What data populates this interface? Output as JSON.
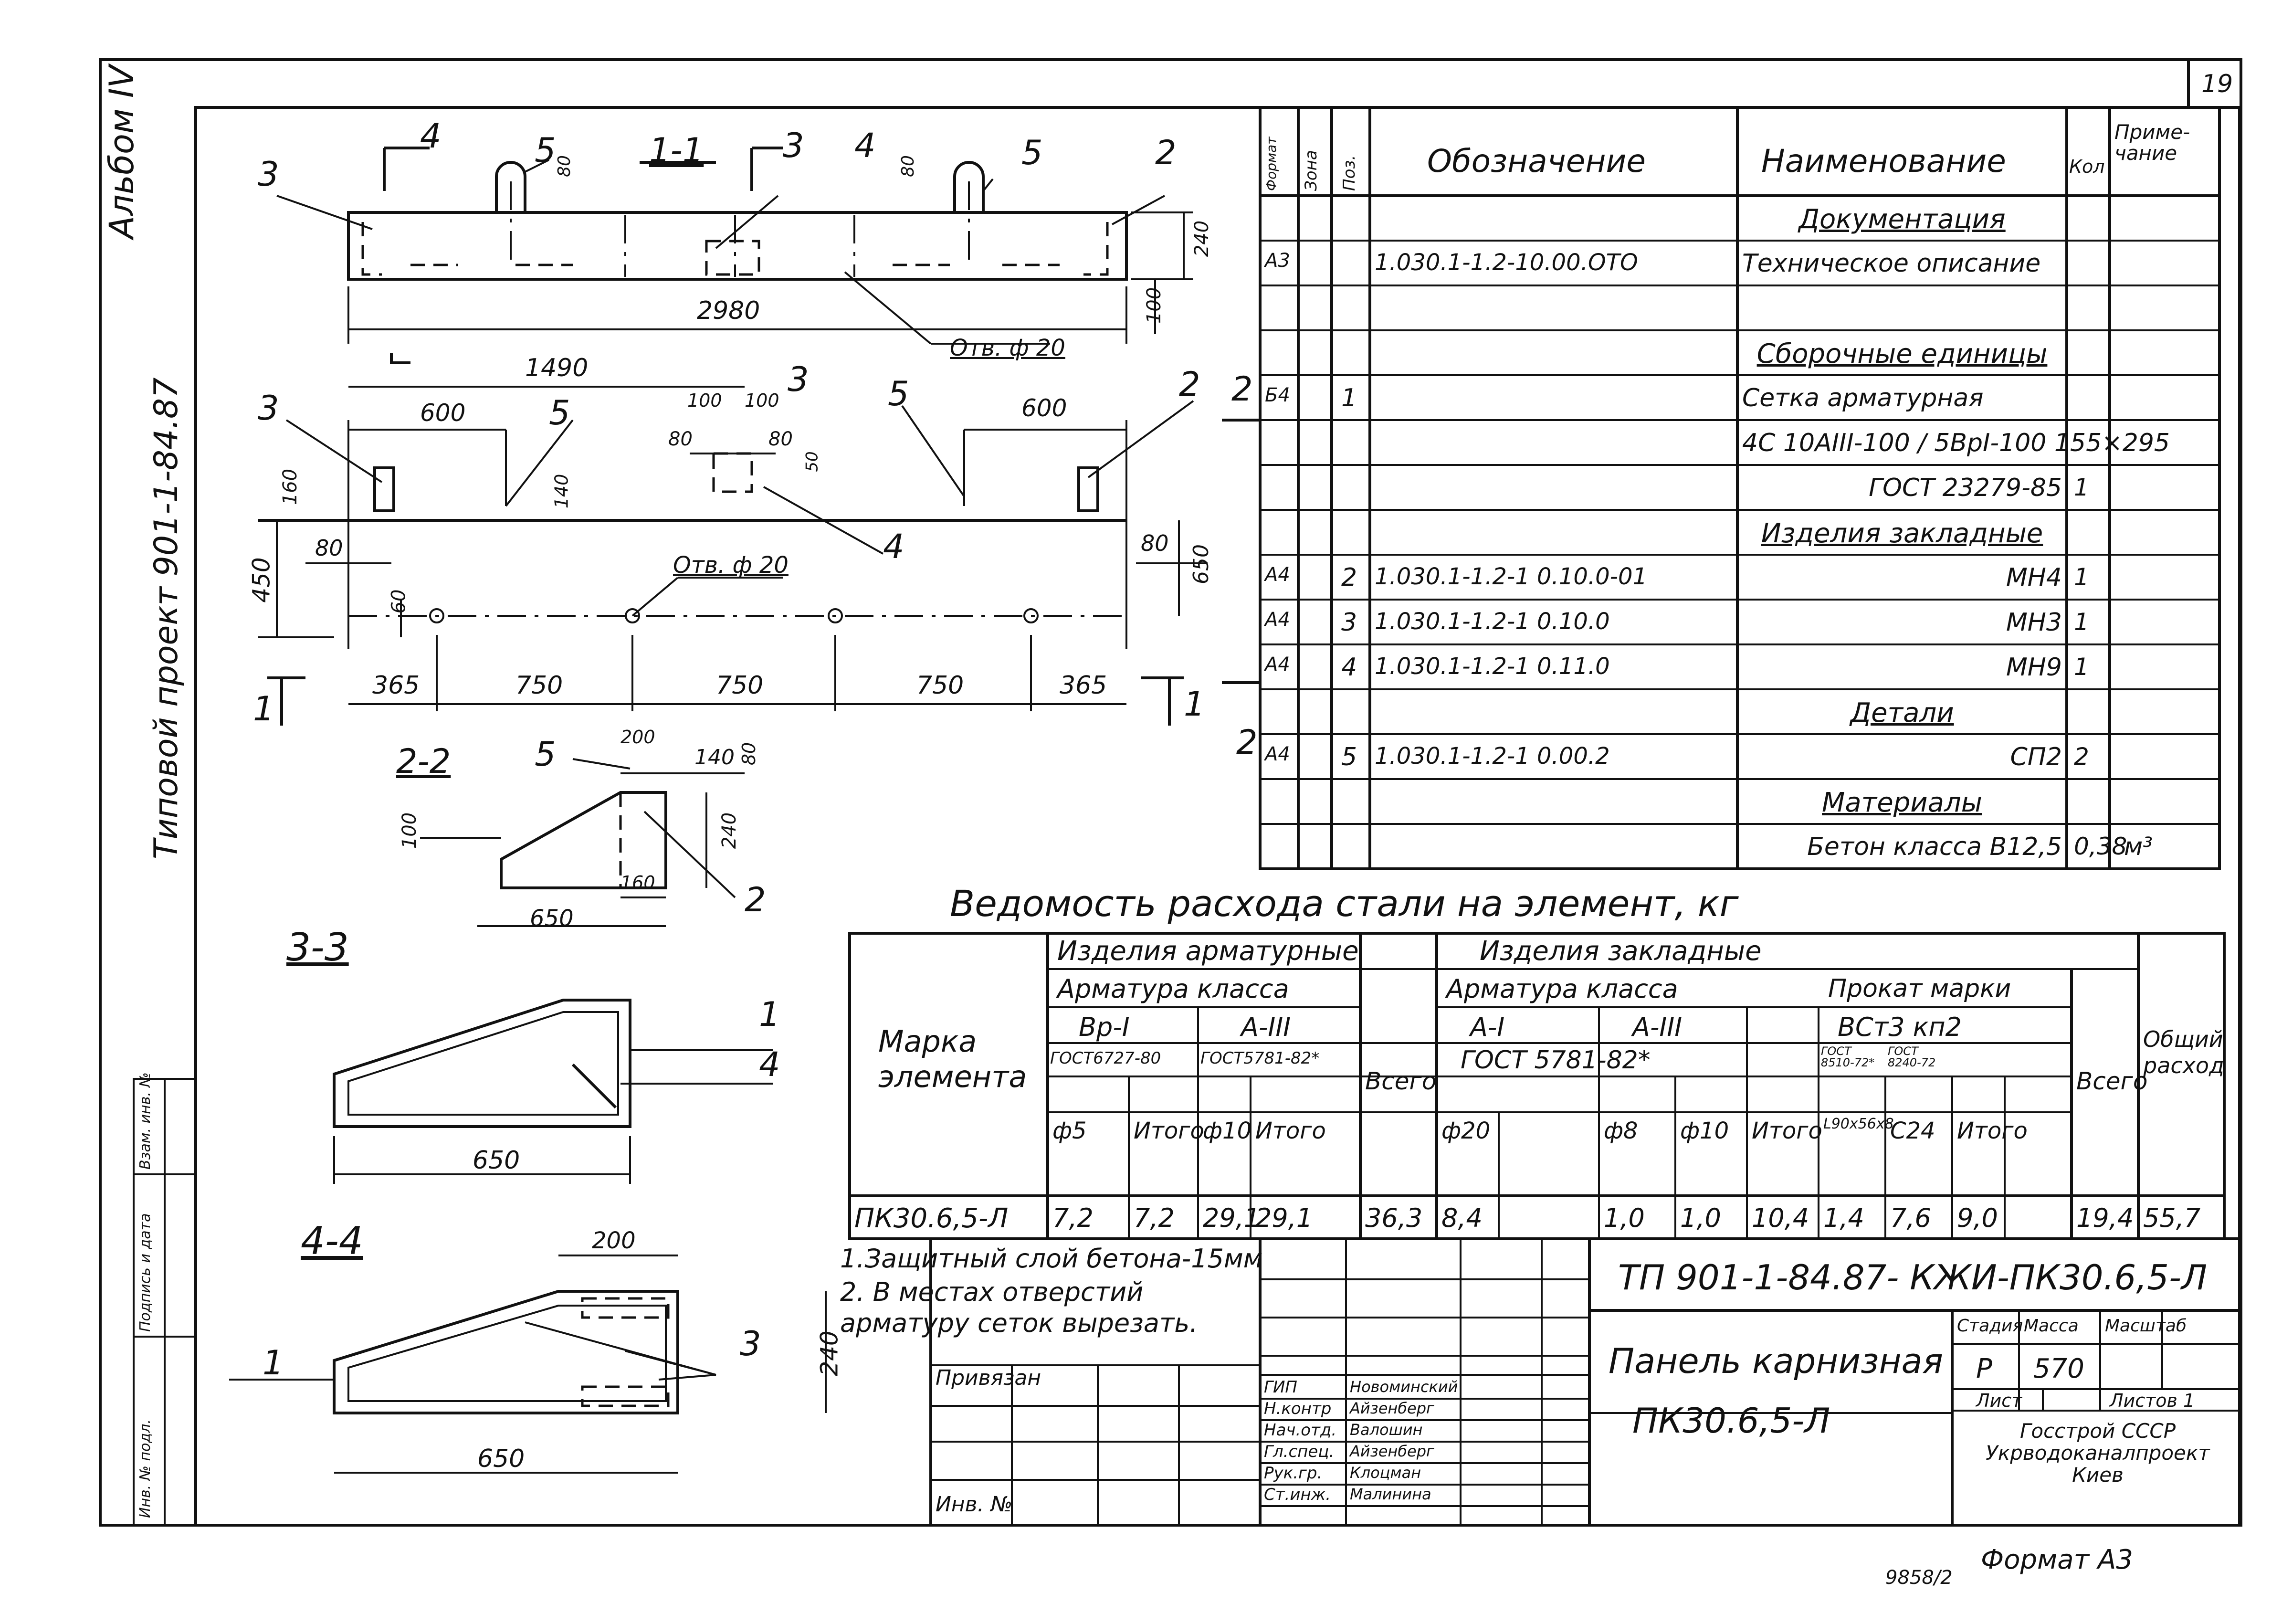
{
  "sheet": {
    "page_number": "19",
    "album_vertical": "Альбом IV",
    "project_vertical": "Типовой проект 901-1-84.87",
    "stamp_left_vertical": [
      "Инв. № подл.",
      "Подпись и дата",
      "Взам. инв. №"
    ],
    "format": "Формат А3",
    "copy_no": "9858/2"
  },
  "drawing": {
    "section_1_1": "1-1",
    "section_2_2": "2-2",
    "section_3_3": "3-3",
    "section_4_4": "4-4",
    "dims": {
      "d2980": "2980",
      "d1490": "1490",
      "d600a": "600",
      "d600b": "600",
      "d100a": "100",
      "d100b": "100",
      "d80a": "80",
      "d80b": "80",
      "d50": "50",
      "d160": "160",
      "d140": "140",
      "d450": "450",
      "d650v": "650",
      "d80c": "80",
      "d80d": "80",
      "d60": "60",
      "d365a": "365",
      "d365b": "365",
      "d750a": "750",
      "d750b": "750",
      "d750c": "750",
      "d80top1": "80",
      "d80top2": "80",
      "d240": "240",
      "d100side": "100",
      "s22_200": "200",
      "s22_140": "140",
      "s22_80": "80",
      "s22_240": "240",
      "s22_100": "100",
      "s22_160": "160",
      "s22_650": "650",
      "s33_650": "650",
      "s44_200": "200",
      "s44_240": "240",
      "s44_650": "650"
    },
    "hole_label_1": "Отв. ф 20",
    "hole_label_2": "Отв. ф 20",
    "callouts": [
      "1",
      "2",
      "3",
      "4",
      "5"
    ]
  },
  "spec": {
    "headers": {
      "format": "Формат",
      "zone": "Зона",
      "pos": "Поз.",
      "designation": "Обозначение",
      "name": "Наименование",
      "qty": "Кол",
      "note": "Приме-чание"
    },
    "rows": [
      {
        "fmt": "",
        "pos": "",
        "desig": "",
        "name": "Документация",
        "qty": "",
        "note": "",
        "section": true
      },
      {
        "fmt": "А3",
        "pos": "",
        "desig": "1.030.1-1.2-10.00.ОТО",
        "name": "Техническое описание",
        "qty": "",
        "note": ""
      },
      {
        "fmt": "",
        "pos": "",
        "desig": "",
        "name": "",
        "qty": "",
        "note": ""
      },
      {
        "fmt": "",
        "pos": "",
        "desig": "",
        "name": "Сборочные единицы",
        "qty": "",
        "note": "",
        "section": true
      },
      {
        "fmt": "Б4",
        "pos": "1",
        "desig": "",
        "name": "Сетка арматурная",
        "qty": "",
        "note": ""
      },
      {
        "fmt": "",
        "pos": "",
        "desig": "",
        "name": "4С 10АIII-100 / 5ВрI-100 155×295",
        "qty": "",
        "note": ""
      },
      {
        "fmt": "",
        "pos": "",
        "desig": "",
        "name": "ГОСТ 23279-85",
        "qty": "1",
        "note": ""
      },
      {
        "fmt": "",
        "pos": "",
        "desig": "",
        "name": "Изделия закладные",
        "qty": "",
        "note": "",
        "section": true
      },
      {
        "fmt": "А4",
        "pos": "2",
        "desig": "1.030.1-1.2-1 0.10.0-01",
        "name": "МН4",
        "qty": "1",
        "note": ""
      },
      {
        "fmt": "А4",
        "pos": "3",
        "desig": "1.030.1-1.2-1 0.10.0",
        "name": "МН3",
        "qty": "1",
        "note": ""
      },
      {
        "fmt": "А4",
        "pos": "4",
        "desig": "1.030.1-1.2-1 0.11.0",
        "name": "МН9",
        "qty": "1",
        "note": ""
      },
      {
        "fmt": "",
        "pos": "",
        "desig": "",
        "name": "Детали",
        "qty": "",
        "note": "",
        "section": true
      },
      {
        "fmt": "А4",
        "pos": "5",
        "desig": "1.030.1-1.2-1 0.00.2",
        "name": "СП2",
        "qty": "2",
        "note": ""
      },
      {
        "fmt": "",
        "pos": "",
        "desig": "",
        "name": "Материалы",
        "qty": "",
        "note": "",
        "section": true
      },
      {
        "fmt": "",
        "pos": "",
        "desig": "",
        "name": "Бетон класса В12,5",
        "qty": "0,38",
        "note": "м³"
      }
    ]
  },
  "steel": {
    "title": "Ведомость расхода стали на элемент, кг",
    "h_mark": "Марка элемента",
    "h_arm": "Изделия арматурные",
    "h_arm_class": "Арматура класса",
    "h_emb": "Изделия закладные",
    "h_emb_class": "Арматура класса",
    "h_prokat": "Прокат марки",
    "h_vst": "ВСт3 кп2",
    "h_bpi": "Вр-I",
    "h_aiii": "А-III",
    "h_ai": "А-I",
    "h_aiii2": "А-III",
    "h_gost6727": "ГОСТ6727-80",
    "h_gost5781": "ГОСТ5781-82*",
    "h_gost5781b": "ГОСТ 5781-82*",
    "h_gost8510": "ГОСТ 8510-72*",
    "h_gost8240": "ГОСТ 8240-72",
    "h_vsego1": "Всего",
    "h_vsego2": "Всего",
    "h_total": "Общий расход",
    "cols": [
      "ф5",
      "Итого",
      "ф10",
      "Итого",
      "ф20",
      "",
      "ф8",
      "ф10",
      "Итого",
      "L90x56x8",
      "С24",
      "Итого"
    ],
    "row": {
      "mark": "ПК30.6,5-Л",
      "vals": [
        "7,2",
        "7,2",
        "29,1",
        "29,1",
        "36,3",
        "8,4",
        "",
        "1,0",
        "1,0",
        "10,4",
        "1,4",
        "7,6",
        "9,0",
        "19,4",
        "55,7"
      ]
    }
  },
  "notes": [
    "1.Защитный слой бетона-15мм",
    "2. В местах отверстий арматуру сеток вырезать."
  ],
  "title_block": {
    "code": "ТП 901-1-84.87- КЖИ-ПК30.6,5-Л",
    "name_line1": "Панель карнизная",
    "name_line2": "ПК30.6,5-Л",
    "stage_label": "Стадия",
    "mass_label": "Масса",
    "scale_label": "Масштаб",
    "stage": "Р",
    "mass": "570",
    "sheet_label": "Лист",
    "sheets_label": "Листов 1",
    "org": "Госстрой СССР Укрводоканалпроект Киев",
    "bound": "Привязан",
    "inv": "Инв. №",
    "roles": [
      "ГИП",
      "Н.контр",
      "Нач.отд.",
      "Гл.спец.",
      "Рук.гр.",
      "Ст.инж."
    ],
    "people": [
      "Новоминский",
      "Айзенберг",
      "Валошин",
      "Айзенберг",
      "Клоцман",
      "Малинина"
    ]
  }
}
